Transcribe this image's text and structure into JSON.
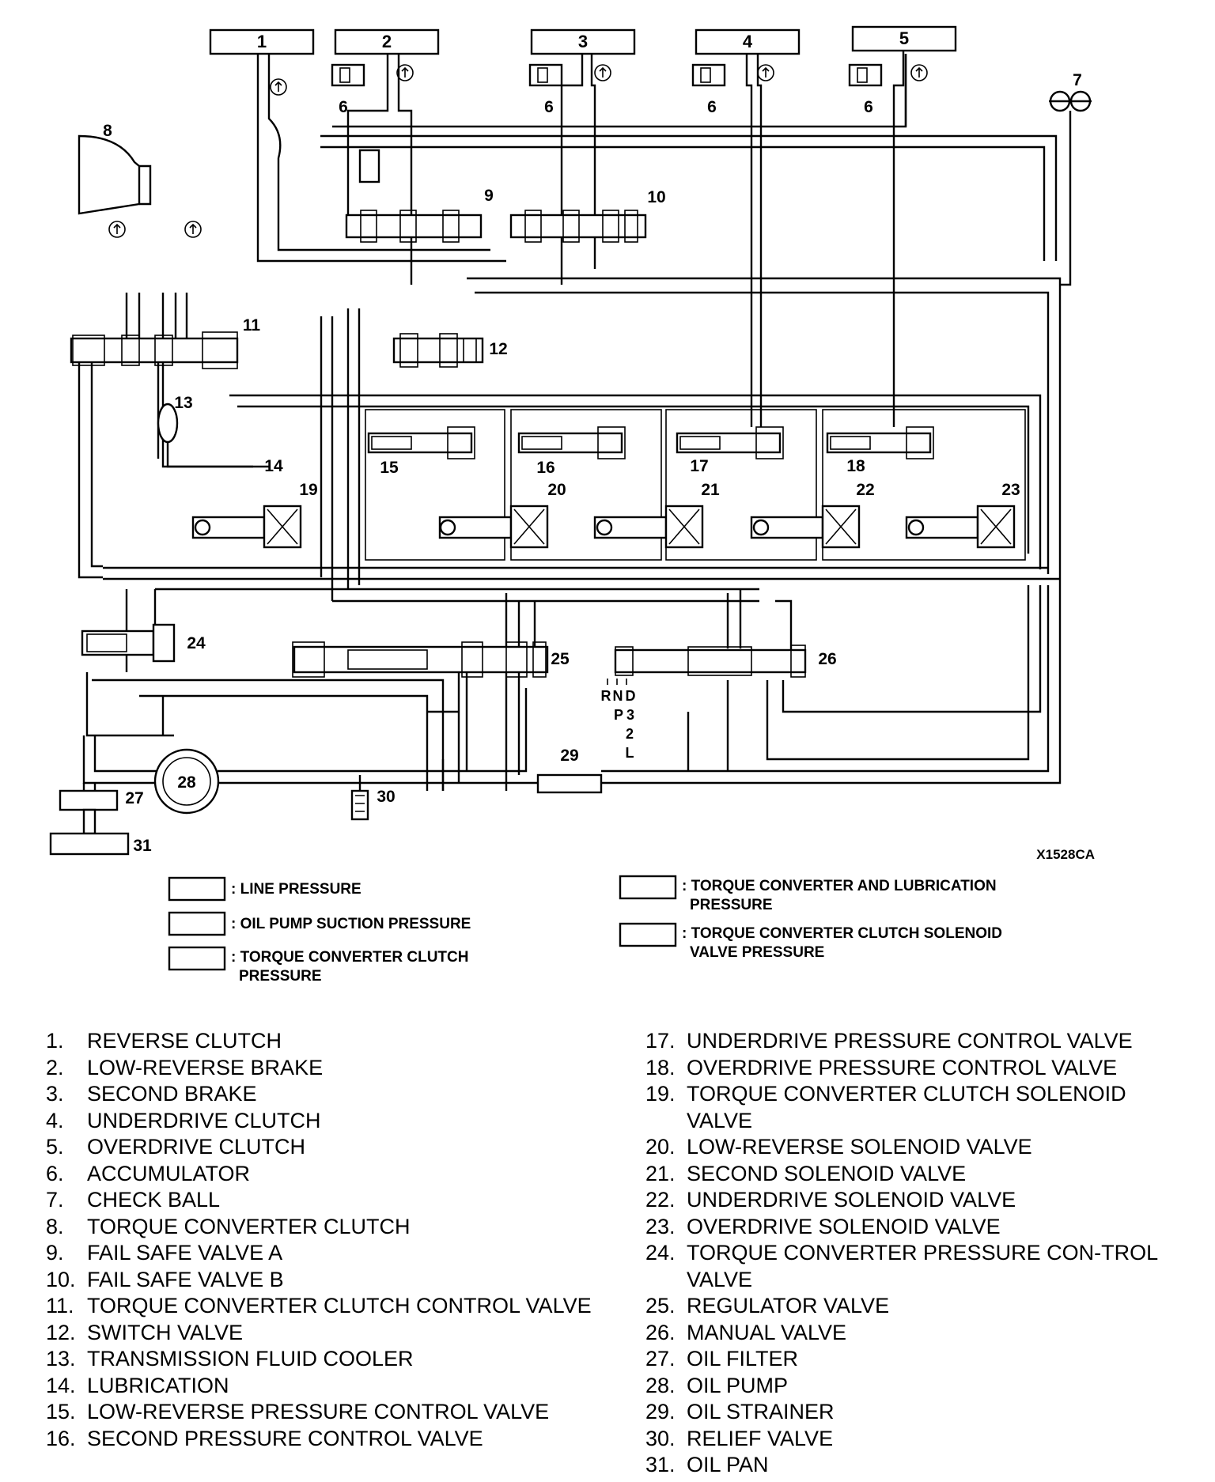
{
  "diagram": {
    "figure_code": "X1528CA",
    "callouts": {
      "c1": "1",
      "c2": "2",
      "c3": "3",
      "c4": "4",
      "c5": "5",
      "c6a": "6",
      "c6b": "6",
      "c6c": "6",
      "c6d": "6",
      "c7": "7",
      "c8": "8",
      "c9": "9",
      "c10": "10",
      "c11": "11",
      "c12": "12",
      "c13": "13",
      "c14": "14",
      "c15": "15",
      "c16": "16",
      "c17": "17",
      "c18": "18",
      "c19": "19",
      "c20": "20",
      "c21": "21",
      "c22": "22",
      "c23": "23",
      "c24": "24",
      "c25": "25",
      "c26": "26",
      "c27": "27",
      "c28": "28",
      "c29": "29",
      "c30": "30",
      "c31": "31"
    },
    "shift_positions": {
      "r": "R",
      "n": "N",
      "d": "D",
      "p": "P",
      "three": "3",
      "two": "2",
      "l": "L"
    }
  },
  "legend": [
    {
      "text": ": LINE PRESSURE",
      "text2": ""
    },
    {
      "text": ": OIL PUMP SUCTION PRESSURE",
      "text2": ""
    },
    {
      "text": ": TORQUE CONVERTER CLUTCH",
      "text2": "PRESSURE"
    },
    {
      "text": ": TORQUE CONVERTER AND LUBRICATION",
      "text2": "PRESSURE"
    },
    {
      "text": ": TORQUE CONVERTER CLUTCH SOLENOID",
      "text2": "VALVE PRESSURE"
    }
  ],
  "parts_left": [
    {
      "num": "1.",
      "name": "REVERSE CLUTCH"
    },
    {
      "num": "2.",
      "name": "LOW-REVERSE BRAKE"
    },
    {
      "num": "3.",
      "name": "SECOND BRAKE"
    },
    {
      "num": "4.",
      "name": "UNDERDRIVE CLUTCH"
    },
    {
      "num": "5.",
      "name": "OVERDRIVE CLUTCH"
    },
    {
      "num": "6.",
      "name": "ACCUMULATOR"
    },
    {
      "num": "7.",
      "name": "CHECK BALL"
    },
    {
      "num": "8.",
      "name": "TORQUE CONVERTER CLUTCH"
    },
    {
      "num": "9.",
      "name": "FAIL SAFE VALVE A"
    },
    {
      "num": "10.",
      "name": "FAIL SAFE VALVE B"
    },
    {
      "num": "11.",
      "name": "TORQUE CONVERTER CLUTCH CONTROL VALVE"
    },
    {
      "num": "12.",
      "name": "SWITCH VALVE"
    },
    {
      "num": "13.",
      "name": "TRANSMISSION FLUID COOLER"
    },
    {
      "num": "14.",
      "name": "LUBRICATION"
    },
    {
      "num": "15.",
      "name": "LOW-REVERSE PRESSURE CONTROL VALVE"
    },
    {
      "num": "16.",
      "name": "SECOND PRESSURE CONTROL VALVE"
    }
  ],
  "parts_right": [
    {
      "num": "17.",
      "name": "UNDERDRIVE PRESSURE CONTROL VALVE"
    },
    {
      "num": "18.",
      "name": "OVERDRIVE PRESSURE CONTROL VALVE"
    },
    {
      "num": "19.",
      "name": "TORQUE CONVERTER CLUTCH SOLENOID VALVE"
    },
    {
      "num": "20.",
      "name": "LOW-REVERSE SOLENOID VALVE"
    },
    {
      "num": "21.",
      "name": "SECOND SOLENOID VALVE"
    },
    {
      "num": "22.",
      "name": "UNDERDRIVE SOLENOID VALVE"
    },
    {
      "num": "23.",
      "name": "OVERDRIVE SOLENOID VALVE"
    },
    {
      "num": "24.",
      "name": "TORQUE CONVERTER PRESSURE CON-TROL VALVE"
    },
    {
      "num": "25.",
      "name": "REGULATOR VALVE"
    },
    {
      "num": "26.",
      "name": "MANUAL VALVE"
    },
    {
      "num": "27.",
      "name": "OIL FILTER"
    },
    {
      "num": "28.",
      "name": "OIL PUMP"
    },
    {
      "num": "29.",
      "name": "OIL STRAINER"
    },
    {
      "num": "30.",
      "name": "RELIEF VALVE"
    },
    {
      "num": "31.",
      "name": "OIL PAN"
    }
  ]
}
